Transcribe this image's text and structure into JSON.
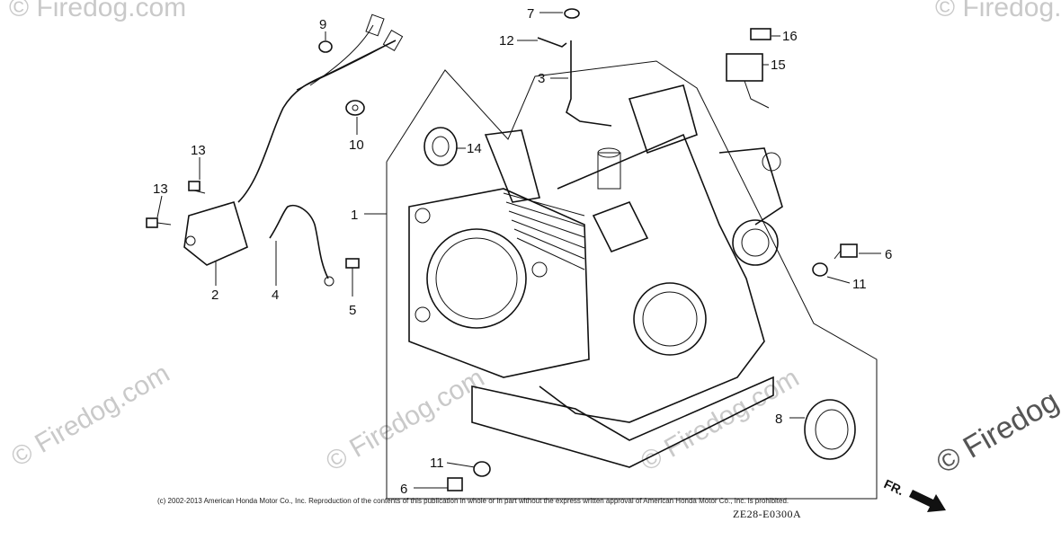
{
  "diagram": {
    "callouts": {
      "p1": "1",
      "p2": "2",
      "p3": "3",
      "p4": "4",
      "p5": "5",
      "p6": "6",
      "p6b": "6",
      "p7": "7",
      "p8": "8",
      "p9": "9",
      "p10": "10",
      "p11": "11",
      "p11b": "11",
      "p12": "12",
      "p13": "13",
      "p13b": "13",
      "p14": "14",
      "p15": "15",
      "p16": "16"
    },
    "direction_label": "FR.",
    "drawing_code": "ZE28-E0300A",
    "copyright": "(c) 2002-2013 American Honda Motor Co., Inc. Reproduction of the contents of this publication in whole or in part without the express written approval of American Honda Motor Co., Inc. is prohibited.",
    "watermarks": {
      "small": "© Firedog.com",
      "large": "© Firedog.co"
    }
  }
}
